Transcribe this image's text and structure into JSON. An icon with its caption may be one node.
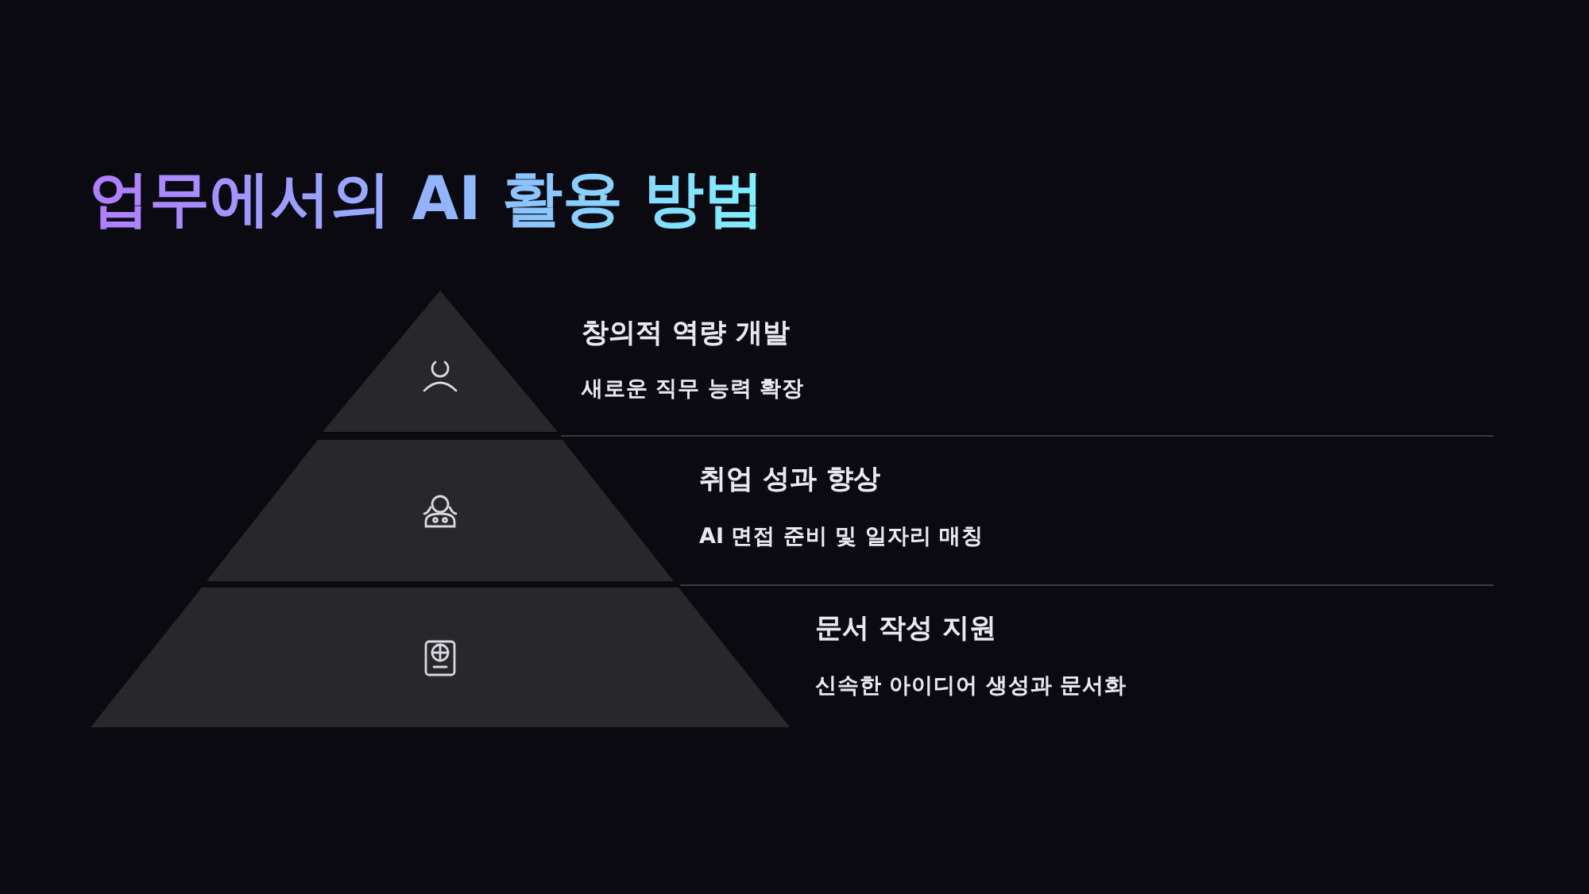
{
  "diagram": {
    "title": "업무에서의 AI 활용 방법",
    "nodes": [
      {
        "text": [
          "창의적 역량 개발",
          "새로운 직무 능력 확장"
        ]
      },
      {
        "text": [
          "취업 성과 향상",
          "AI 면접 준비 및 일자리 매칭"
        ]
      },
      {
        "text": [
          "문서 작성 지원",
          "신속한 아이디어 생성과 문서화"
        ]
      }
    ]
  }
}
